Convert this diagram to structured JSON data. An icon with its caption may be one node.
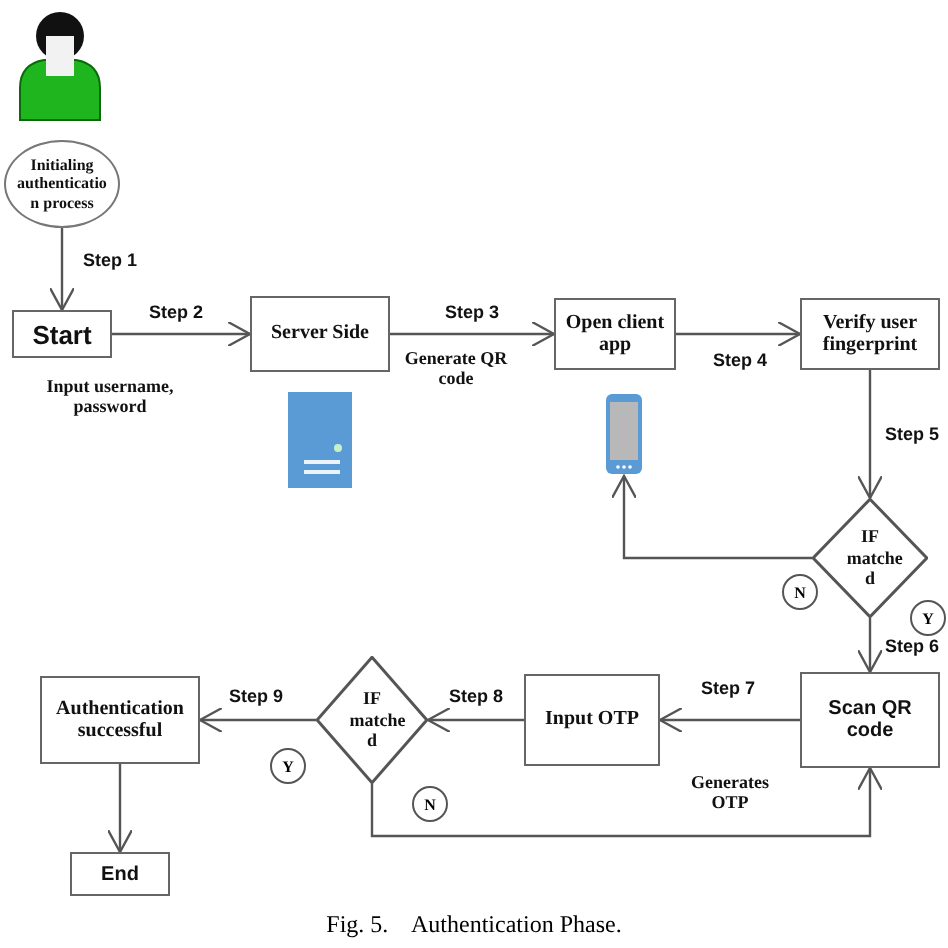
{
  "diagram": {
    "caption": "Fig. 5.    Authentication Phase.",
    "nodes": [
      {
        "text": [
          "Initialing authenticatio n process"
        ]
      },
      {
        "text": [
          "Start"
        ]
      },
      {
        "text": [
          "Server Side"
        ]
      },
      {
        "text": [
          "Open client app"
        ]
      },
      {
        "text": [],
        "shape": "phone"
      },
      {
        "text": [
          "Verify user fingerprint"
        ]
      },
      {
        "text": [
          "IF matche d"
        ]
      },
      {
        "text": [
          "Scan QR code"
        ]
      },
      {
        "text": [
          "Input OTP"
        ]
      },
      {
        "text": [
          "IF matche d"
        ]
      },
      {
        "text": [
          "Authentication successful"
        ]
      },
      {
        "text": [
          "End"
        ]
      }
    ],
    "edges": [
      {
        "from": 0,
        "to": 1,
        "arrow": "to",
        "label": "Step 1"
      },
      {
        "from": 1,
        "to": 2,
        "arrow": "to",
        "label": "Step 2"
      },
      {
        "from": 2,
        "to": 3,
        "arrow": "to",
        "label": "Step 3"
      },
      {
        "from": 3,
        "to": 5,
        "arrow": "to",
        "label": "Step 4"
      },
      {
        "from": 5,
        "to": 6,
        "arrow": "to",
        "label": "Step 5"
      },
      {
        "from": 6,
        "to": 4,
        "arrow": "to"
      },
      {
        "from": 6,
        "to": 7,
        "arrow": "to",
        "label": "Step 6"
      },
      {
        "from": 7,
        "to": 8,
        "arrow": "to",
        "label": "Step 7"
      },
      {
        "from": 8,
        "to": 9,
        "arrow": "to",
        "label": "Step 8"
      },
      {
        "from": 9,
        "to": 10,
        "arrow": "to",
        "label": "Step 9"
      },
      {
        "from": 9,
        "to": 7,
        "arrow": "to"
      },
      {
        "from": 10,
        "to": 11,
        "arrow": "to"
      }
    ],
    "labels": [
      "Input username, password",
      "Generate QR code",
      "N",
      "Y",
      "Generates OTP",
      "Y",
      "N"
    ]
  }
}
